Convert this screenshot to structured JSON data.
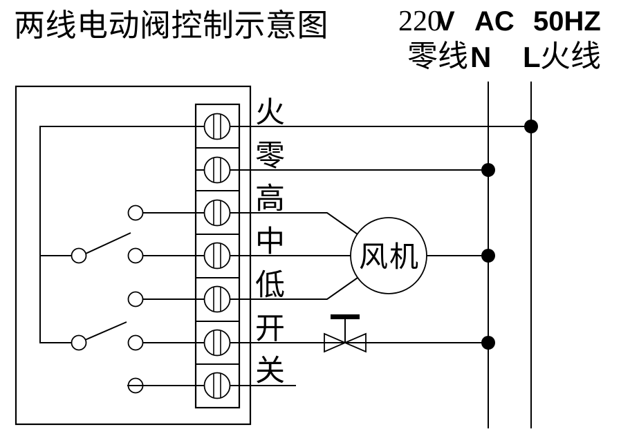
{
  "title": "两线电动阀控制示意图",
  "power_header": {
    "voltage": "220",
    "voltage_unit": "V",
    "current_type": "AC",
    "frequency": "50HZ",
    "neutral_name": "零线",
    "neutral_code": "N",
    "live_code": "L",
    "live_name": "火线"
  },
  "terminal_labels": [
    "火",
    "零",
    "高",
    "中",
    "低",
    "开",
    "关"
  ],
  "fan_label": "风机",
  "colors": {
    "line": "#000000",
    "background": "#ffffff",
    "junction_dot": "#000000"
  }
}
